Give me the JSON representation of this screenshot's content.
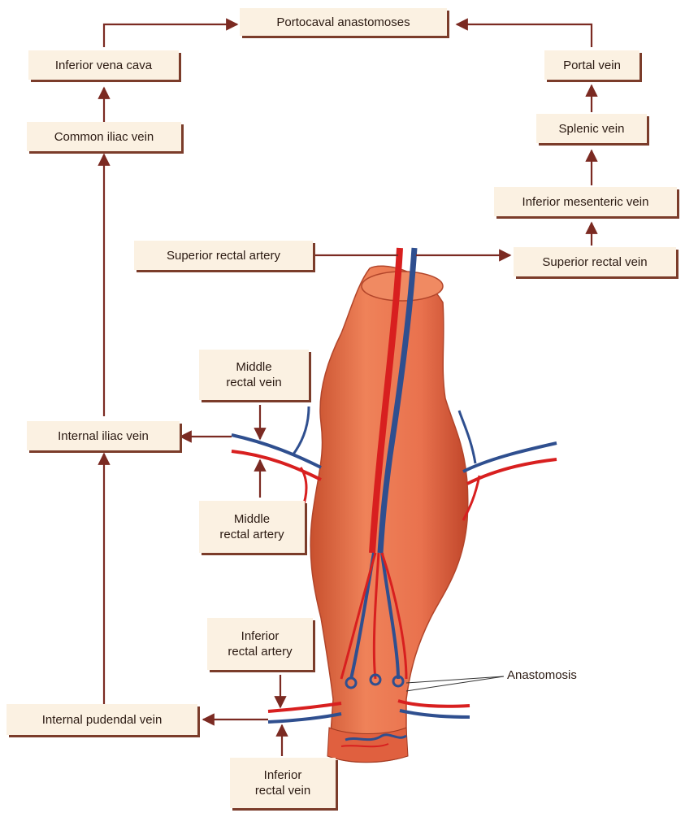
{
  "labels": {
    "portocaval_anastomoses": "Portocaval anastomoses",
    "inferior_vena_cava": "Inferior vena cava",
    "common_iliac_vein": "Common iliac vein",
    "portal_vein": "Portal vein",
    "splenic_vein": "Splenic vein",
    "inferior_mesenteric_vein": "Inferior mesenteric vein",
    "superior_rectal_artery": "Superior rectal artery",
    "superior_rectal_vein": "Superior rectal vein",
    "middle_rectal_vein": [
      "Middle",
      "rectal vein"
    ],
    "internal_iliac_vein": "Internal iliac vein",
    "middle_rectal_artery": [
      "Middle",
      "rectal artery"
    ],
    "inferior_rectal_artery": [
      "Inferior",
      "rectal artery"
    ],
    "anastomosis": "Anastomosis",
    "internal_pudendal_vein": "Internal pudendal vein",
    "inferior_rectal_vein": [
      "Inferior",
      "rectal vein"
    ]
  },
  "colors": {
    "arrow": "#7b2a22",
    "label_bg": "#fbf1e2",
    "label_shadow": "#7b3c2a",
    "rectum": "#e9724e",
    "rectum_dark": "#c8502e",
    "artery": "#d81f1f",
    "vein": "#2f4f8f"
  }
}
